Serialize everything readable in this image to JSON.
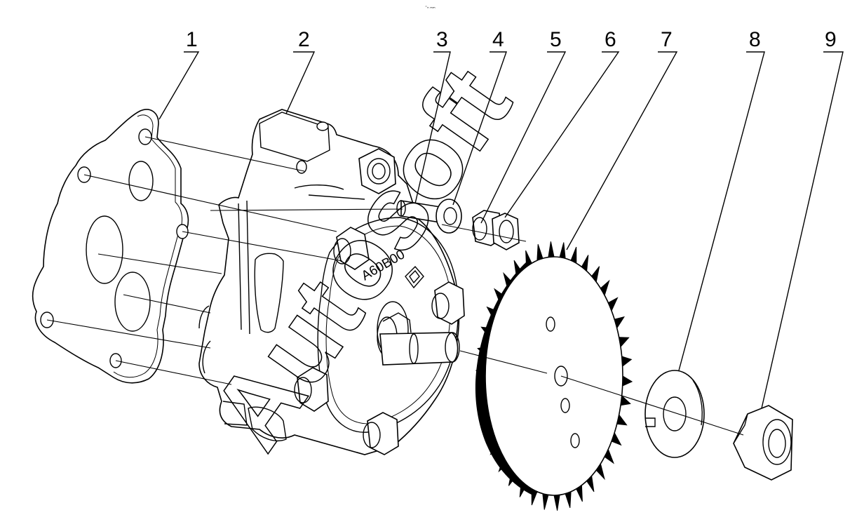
{
  "header_text": "⁼ₙ ₘₘ",
  "callouts": [
    {
      "label": "1"
    },
    {
      "label": "2"
    },
    {
      "label": "3"
    },
    {
      "label": "4"
    },
    {
      "label": "5"
    },
    {
      "label": "6"
    },
    {
      "label": "7"
    },
    {
      "label": "8"
    },
    {
      "label": "9"
    }
  ],
  "pump_marking": "A60B00",
  "watermark": "Autosoft",
  "colors": {
    "line": "#000000",
    "background": "#ffffff",
    "gear_teeth": "#000000"
  }
}
